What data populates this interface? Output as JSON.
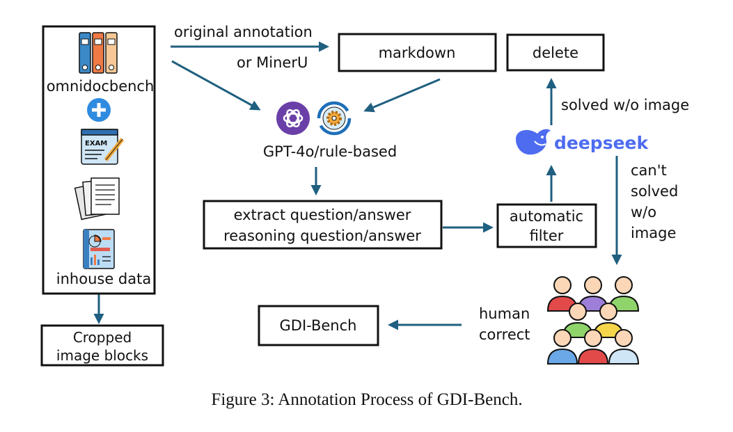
{
  "colors": {
    "arrow": "#1f5f7f",
    "box_border": "#111111"
  },
  "sources": {
    "omnidocbench": "omnidocbench",
    "inhouse": "inhouse data",
    "icons": [
      "binders-icon",
      "plus-icon",
      "exam-icon",
      "documents-icon",
      "report-icon"
    ]
  },
  "nodes": {
    "markdown": "markdown",
    "delete": "delete",
    "gpt": "GPT-4o/rule-based",
    "extract_line1": "extract question/answer",
    "extract_line2": "reasoning question/answer",
    "filter_line1": "automatic",
    "filter_line2": "filter",
    "cropped_line1": "Cropped",
    "cropped_line2": "image blocks",
    "gdi": "GDI-Bench",
    "deepseek": "deepseek"
  },
  "edge_labels": {
    "original_annotation": "original annotation",
    "or_mineru": "or MinerU",
    "solved": "solved w/o image",
    "cant1": "can't",
    "cant2": "solved",
    "cant3": "w/o",
    "cant4": "image",
    "human1": "human",
    "human2": "correct"
  },
  "caption": "Figure 3: Annotation Process of GDI-Bench."
}
